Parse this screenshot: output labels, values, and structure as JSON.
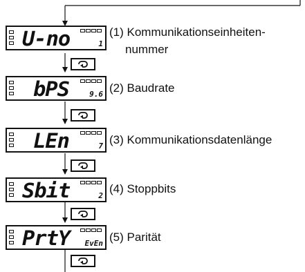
{
  "steps": [
    {
      "display": "U-no",
      "value": "1",
      "label": "(1) Kommunikationseinheiten-",
      "label2": "nummer"
    },
    {
      "display": "bPS",
      "value": "9.6",
      "label": "(2) Baudrate"
    },
    {
      "display": "LEn",
      "value": "7",
      "label": "(3) Kommunikationsdatenlänge"
    },
    {
      "display": "Sbit",
      "value": "2",
      "label": "(4) Stoppbits"
    },
    {
      "display": "PrtY",
      "value": "EvEn",
      "label": "(5) Parität"
    }
  ],
  "key_icon": "mode-key-icon",
  "colors": {
    "line": "#111111",
    "background": "#ffffff"
  }
}
